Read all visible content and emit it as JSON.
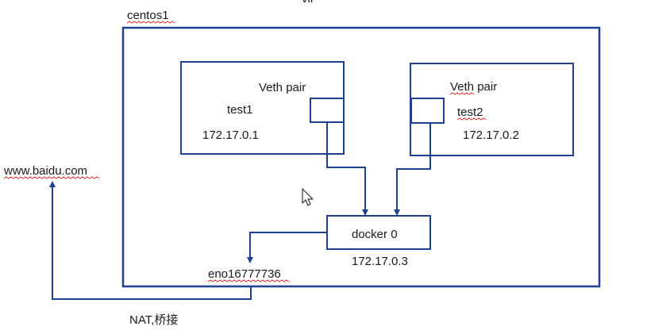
{
  "diagram": {
    "top_cut_text": "vir",
    "host": {
      "label": "centos1"
    },
    "container_left": {
      "veth_label": "Veth pair",
      "name": "test1",
      "ip": "172.17.0.1"
    },
    "container_right": {
      "veth_label": "Veth pair",
      "name": "test2",
      "ip": "172.17.0.2"
    },
    "bridge": {
      "label": "docker 0",
      "ip": "172.17.0.3"
    },
    "host_nic": {
      "label": "eno16777736"
    },
    "external": {
      "label": "www.baidu.com"
    },
    "link_label": "NAT,桥接"
  },
  "colors": {
    "line": "#1f3f93",
    "text": "#1a1a1a",
    "spell_underline": "#e03030"
  }
}
